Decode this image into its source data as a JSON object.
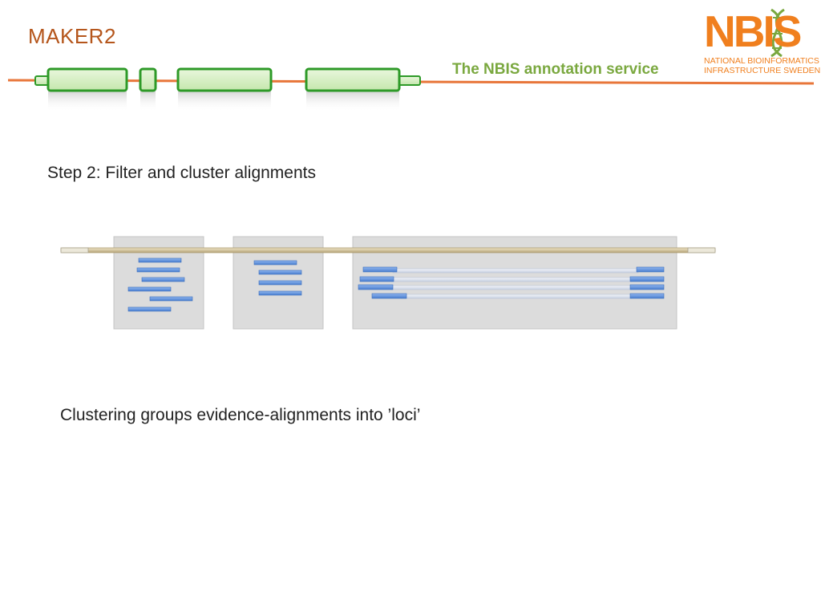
{
  "header": {
    "title": "MAKER2",
    "subtitle": "The NBIS annotation service",
    "logo": {
      "wordmark": "NBIS",
      "line1": "NATIONAL BIOINFORMATICS",
      "line2": "INFRASTRUCTURE SWEDEN"
    }
  },
  "main": {
    "step_label": "Step 2: Filter and cluster alignments",
    "caption": "Clustering groups evidence-alignments into ’loci’"
  },
  "colors": {
    "accent_orange": "#f07f1e",
    "title_brown": "#b5561c",
    "subtitle_green": "#7aa83f",
    "exon_fill": "#d6f0c4",
    "exon_stroke": "#2e9a28",
    "alignment_blue": "#5b8fd9",
    "cluster_box": "#dcdcdc"
  },
  "icons": [
    "gene-model-icon",
    "dna-helix-icon"
  ]
}
